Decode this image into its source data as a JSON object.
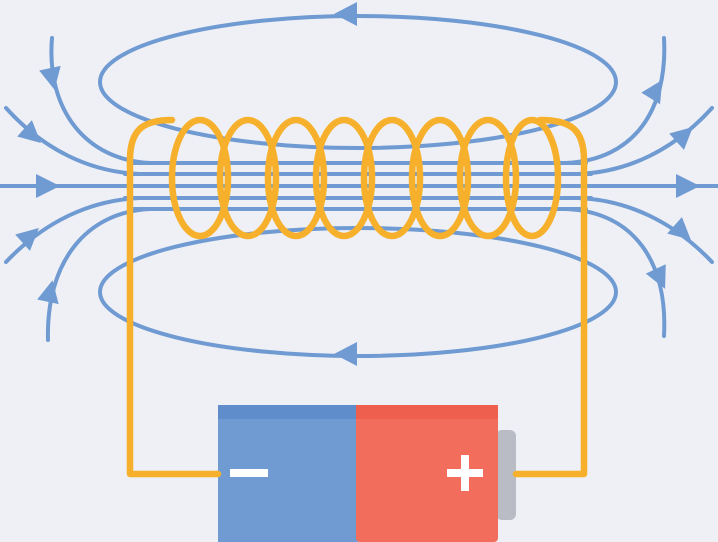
{
  "battery": {
    "negative_label": "−",
    "positive_label": "+"
  },
  "colors": {
    "background": "#eef0f5",
    "field_line": "#6f9ad2",
    "coil_wire": "#f6b02b",
    "battery_negative": "#6f9ad2",
    "battery_positive": "#f26d5b",
    "battery_terminal": "#b9bcc4"
  },
  "icons": [
    "magnetic-field-line",
    "field-direction-arrow",
    "coil-wire",
    "battery",
    "battery-terminal"
  ]
}
